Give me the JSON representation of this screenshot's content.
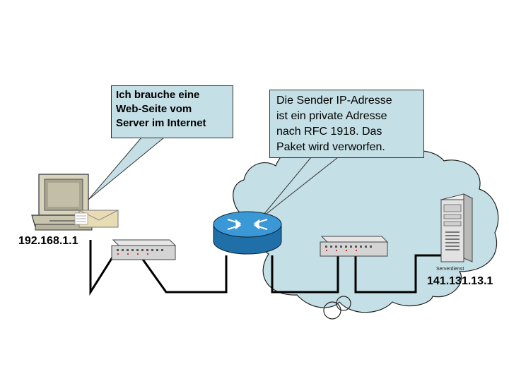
{
  "callout_client": "Ich brauche eine\nWeb-Seite vom\nServer im Internet",
  "callout_router": "Die Sender IP-Adresse\nist ein private Adresse\nnach RFC 1918. Das\nPaket wird verworfen.",
  "client_ip": "192.168.1.1",
  "server_ip": "141.131.13.1",
  "server_caption": "Serverdienst",
  "colors": {
    "cloud_fill": "#c4dfe5",
    "router_blue": "#2f8fce",
    "cable": "#000000",
    "bubble_fill": "#c4dfe5"
  },
  "icons": [
    "desktop-computer-icon",
    "envelope-icon",
    "switch-icon",
    "router-icon",
    "server-tower-icon"
  ]
}
